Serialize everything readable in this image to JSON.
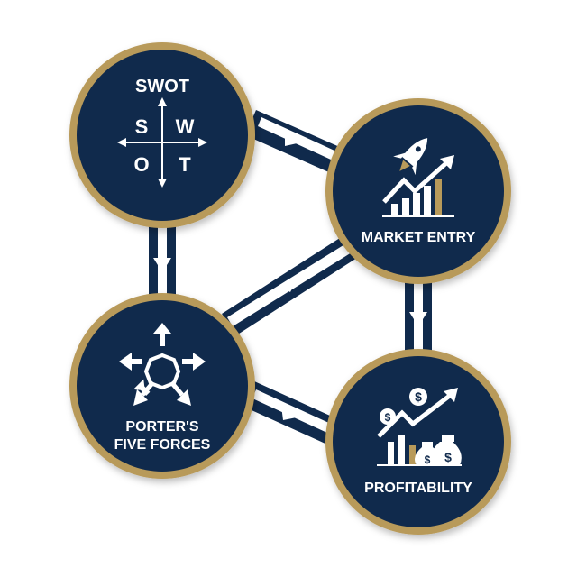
{
  "colors": {
    "navy": "#102a4c",
    "gold": "#b89a5a",
    "white": "#ffffff"
  },
  "nodes": {
    "swot": {
      "label": "SWOT",
      "icon": "swot-compass-icon",
      "quadrant_letters": [
        "S",
        "W",
        "O",
        "T"
      ]
    },
    "market_entry": {
      "label": "MARKET ENTRY",
      "icon": "rocket-growth-chart-icon"
    },
    "porters": {
      "label_line1": "PORTER'S",
      "label_line2": "FIVE FORCES",
      "icon": "five-forces-icon"
    },
    "profitability": {
      "label": "PROFITABILITY",
      "icon": "money-growth-icon"
    }
  },
  "connections": [
    {
      "from": "swot",
      "to": "market_entry"
    },
    {
      "from": "swot",
      "to": "porters"
    },
    {
      "from": "market_entry",
      "to": "porters"
    },
    {
      "from": "market_entry",
      "to": "profitability"
    },
    {
      "from": "porters",
      "to": "profitability"
    }
  ]
}
